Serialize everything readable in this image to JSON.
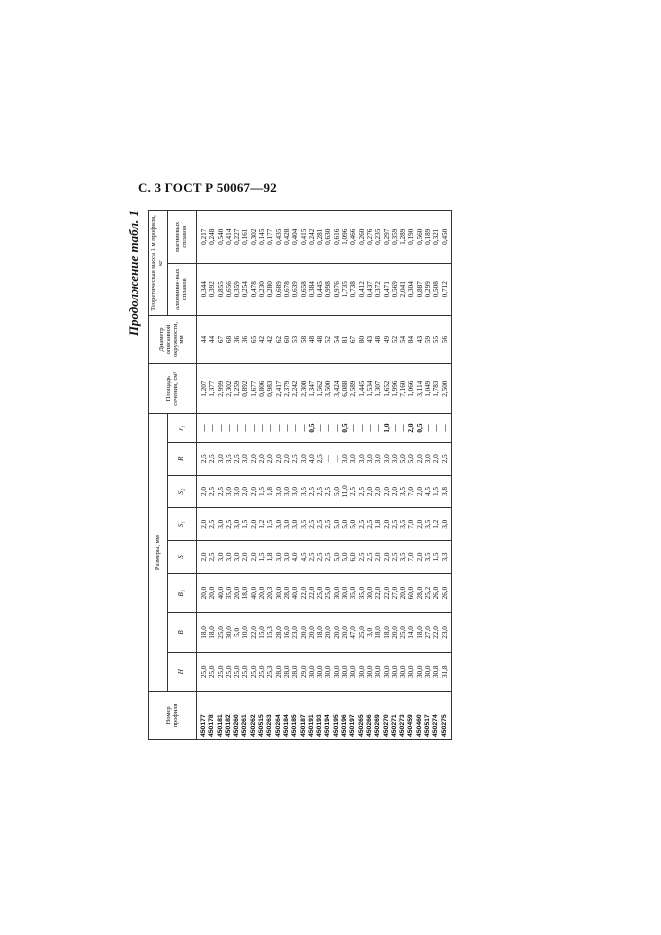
{
  "header": "С. 3 ГОСТ Р 50067—92",
  "continuation": "Продолжение табл. 1",
  "columns": {
    "profile_number": "Номер профиля",
    "dimensions": "Размеры, мм",
    "H": "H",
    "B": "B",
    "B1": "B₁",
    "S": "S",
    "S1": "S₁",
    "S2": "S₂",
    "R": "R",
    "r1": "r₁",
    "area": "Площадь сечения, см²",
    "diameter": "Диаметр описанной окружности, мм",
    "mass": "Теоретическая масса 1 м профиля, кг",
    "aluminium": "алюминие-вых сплавов",
    "magnesium": "магниевых сплавов"
  },
  "rows": [
    [
      "450177",
      "25,0",
      "18,0",
      "20,0",
      "2,0",
      "2,0",
      "2,0",
      "2,5",
      "—",
      "1,207",
      "44",
      "0,344",
      "0,217"
    ],
    [
      "450178",
      "25,0",
      "18,0",
      "20,0",
      "2,5",
      "2,5",
      "2,5",
      "2,5",
      "—",
      "1,377",
      "44",
      "0,392",
      "0,248"
    ],
    [
      "450181",
      "25,0",
      "25,0",
      "40,0",
      "3,0",
      "3,0",
      "2,5",
      "3,0",
      "—",
      "2,999",
      "67",
      "0,855",
      "0,540"
    ],
    [
      "450182",
      "25,0",
      "30,0",
      "35,0",
      "3,0",
      "2,5",
      "3,0",
      "3,5",
      "—",
      "2,302",
      "68",
      "0,656",
      "0,414"
    ],
    [
      "450260",
      "25,0",
      "5,0",
      "20,0",
      "3,0",
      "3,0",
      "3,0",
      "2,5",
      "—",
      "1,259",
      "36",
      "0,359",
      "0,227"
    ],
    [
      "450261",
      "25,0",
      "10,0",
      "18,0",
      "2,0",
      "1,5",
      "2,0",
      "3,0",
      "—",
      "0,892",
      "36",
      "0,254",
      "0,161"
    ],
    [
      "450262",
      "25,0",
      "22,0",
      "40,0",
      "2,0",
      "2,0",
      "2,0",
      "2,0",
      "—",
      "1,677",
      "65",
      "0,478",
      "0,302"
    ],
    [
      "450515",
      "25,0",
      "15,0",
      "20,0",
      "1,5",
      "1,2",
      "1,5",
      "2,0",
      "—",
      "0,806",
      "42",
      "0,230",
      "0,145"
    ],
    [
      "450263",
      "25,3",
      "15,3",
      "20,3",
      "1,8",
      "1,5",
      "1,8",
      "2,0",
      "—",
      "0,983",
      "42",
      "0,280",
      "0,177"
    ],
    [
      "450264",
      "28,0",
      "28,0",
      "30,0",
      "3,0",
      "3,0",
      "3,0",
      "2,0",
      "—",
      "2,417",
      "62",
      "0,689",
      "0,435"
    ],
    [
      "450184",
      "28,0",
      "16,0",
      "28,0",
      "3,0",
      "3,0",
      "3,0",
      "2,0",
      "—",
      "2,379",
      "60",
      "0,678",
      "0,428"
    ],
    [
      "450185",
      "28,0",
      "23,0",
      "40,0",
      "4,0",
      "3,0",
      "3,0",
      "2,5",
      "—",
      "2,242",
      "53",
      "0,639",
      "0,404"
    ],
    [
      "450187",
      "29,0",
      "20,0",
      "22,0",
      "4,5",
      "3,5",
      "3,5",
      "3,0",
      "—",
      "2,308",
      "58",
      "0,658",
      "0,415"
    ],
    [
      "450191",
      "30,0",
      "20,0",
      "22,0",
      "2,5",
      "2,5",
      "2,5",
      "4,0",
      "0,5",
      "1,347",
      "48",
      "0,384",
      "0,242"
    ],
    [
      "450193",
      "30,0",
      "18,0",
      "25,0",
      "2,5",
      "2,5",
      "2,5",
      "2,5",
      "—",
      "1,562",
      "48",
      "0,445",
      "0,281"
    ],
    [
      "450194",
      "30,0",
      "20,0",
      "25,0",
      "2,5",
      "2,5",
      "2,5",
      "—",
      "—",
      "3,500",
      "52",
      "0,998",
      "0,630"
    ],
    [
      "450195",
      "30,0",
      "20,0",
      "30,0",
      "5,0",
      "5,0",
      "5,0",
      "—",
      "—",
      "3,424",
      "54",
      "0,976",
      "0,616"
    ],
    [
      "450196",
      "30,0",
      "20,0",
      "30,0",
      "5,0",
      "5,0",
      "11,0",
      "3,0",
      "0,5",
      "6,088",
      "81",
      "1,735",
      "1,096"
    ],
    [
      "450197",
      "30,0",
      "47,0",
      "35,0",
      "6,0",
      "5,0",
      "2,5",
      "3,0",
      "—",
      "2,589",
      "67",
      "0,738",
      "0,466"
    ],
    [
      "450265",
      "30,0",
      "25,0",
      "35,0",
      "2,5",
      "2,5",
      "2,5",
      "3,0",
      "—",
      "1,445",
      "80",
      "0,412",
      "0,260"
    ],
    [
      "450266",
      "30,0",
      "3,0",
      "30,0",
      "2,5",
      "2,5",
      "2,0",
      "3,0",
      "—",
      "1,534",
      "43",
      "0,437",
      "0,276"
    ],
    [
      "450269",
      "30,0",
      "18,0",
      "22,0",
      "2,0",
      "1,8",
      "2,0",
      "3,0",
      "—",
      "1,307",
      "48",
      "0,372",
      "0,235"
    ],
    [
      "450270",
      "30,0",
      "18,0",
      "22,0",
      "2,0",
      "2,0",
      "2,0",
      "3,0",
      "1,0",
      "1,652",
      "49",
      "0,471",
      "0,297"
    ],
    [
      "450271",
      "30,0",
      "20,0",
      "27,0",
      "2,5",
      "2,5",
      "2,0",
      "3,0",
      "—",
      "1,996",
      "52",
      "0,569",
      "0,359"
    ],
    [
      "450273",
      "30,0",
      "25,0",
      "20,0",
      "3,5",
      "3,5",
      "3,5",
      "5,0",
      "—",
      "7,160",
      "54",
      "2,041",
      "1,289"
    ],
    [
      "450459",
      "30,0",
      "14,0",
      "60,0",
      "7,0",
      "7,0",
      "7,0",
      "5,0",
      "2,0",
      "1,066",
      "84",
      "0,304",
      "0,190"
    ],
    [
      "450460",
      "30,0",
      "18,0",
      "28,0",
      "2,0",
      "2,0",
      "2,0",
      "2,0",
      "0,5",
      "3,114",
      "43",
      "0,887",
      "0,560"
    ],
    [
      "450517",
      "30,0",
      "27,0",
      "25,2",
      "3,5",
      "3,5",
      "4,5",
      "3,0",
      "—",
      "1,049",
      "59",
      "0,299",
      "0,189"
    ],
    [
      "450274",
      "30,8",
      "22,0",
      "26,0",
      "1,5",
      "1,2",
      "1,5",
      "2,0",
      "—",
      "1,783",
      "55",
      "0,508",
      "0,321"
    ],
    [
      "450275",
      "31,8",
      "23,0",
      "26,0",
      "3,3",
      "3,0",
      "3,8",
      "2,5",
      "—",
      "2,500",
      "56",
      "0,712",
      "0,450"
    ]
  ]
}
